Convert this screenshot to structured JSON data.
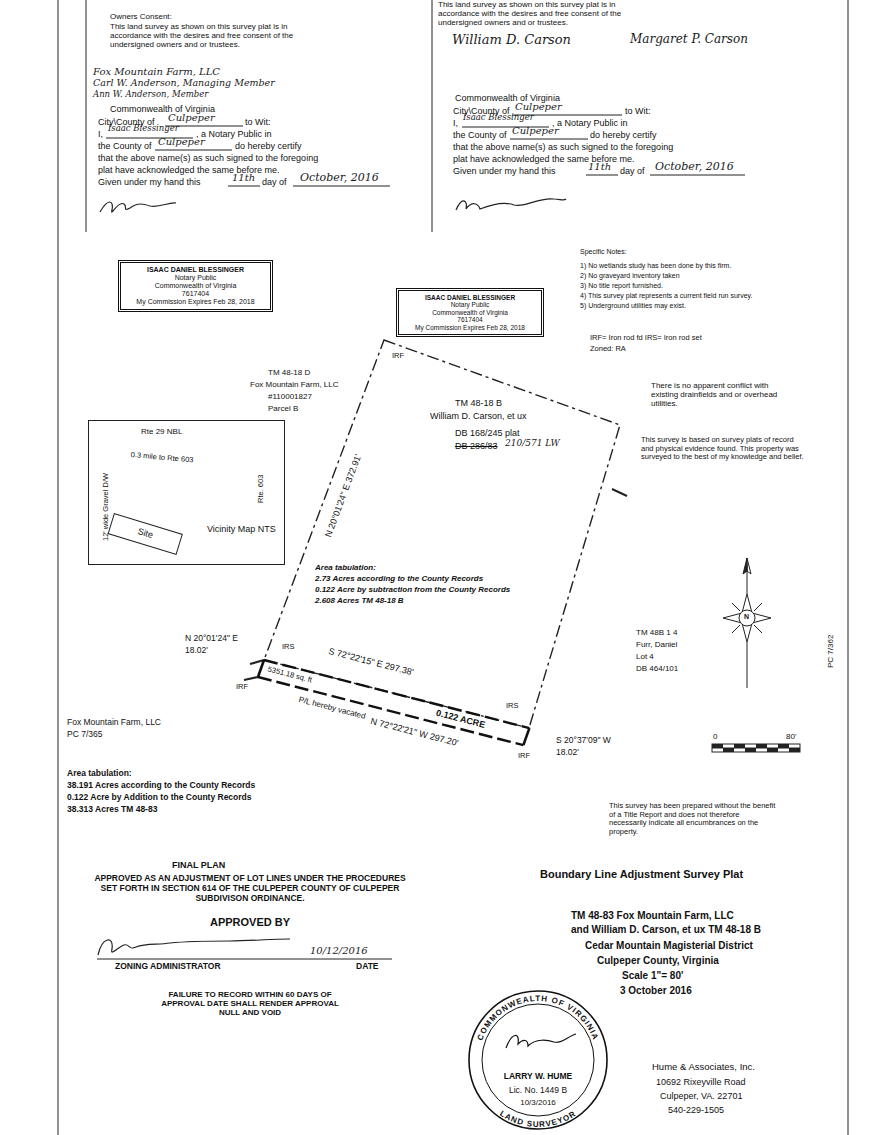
{
  "diagram": {
    "title": "Boundary Line Adjustment Survey Plat",
    "nodes": [
      {
        "text": [
          "ISAAC DANIEL BLESSINGER",
          "Notary Public",
          "Commonwealth of Virginia",
          "7617404",
          "My Commission Expires Feb 28, 2018"
        ]
      },
      {
        "text": [
          "ISAAC DANIEL BLESSINGER",
          "Notary Public",
          "Commonwealth of Virginia",
          "7617404",
          "My Commission Expires Feb 28, 2018"
        ]
      },
      {
        "text": [
          "TM 48-18 B",
          "William D. Carson, et ux",
          "DB 168/245 plat",
          "DB 286/83",
          "210/571 LW"
        ]
      },
      {
        "text": [
          "5351.18 sq. ft",
          "0.122 ACRE"
        ]
      },
      {
        "text": [
          "Rte 29 NBL",
          "0.3 mile to Rte 603",
          "12' wide Gravel D/W",
          "Rte. 603",
          "Vicinity Map NTS"
        ]
      },
      {
        "text": [
          "Site"
        ],
        "in": 4
      },
      {
        "text": [
          "COMMONWEALTH OF VIRGINIA",
          "LARRY W. HUME",
          "Lic. No. 1449 B",
          "10/3/2016",
          "LAND SURVEYOR"
        ]
      }
    ],
    "labels": [
      "Owners Consent:",
      "This land survey as shown on this survey plat is in accordance with the desires and free consent of the undersigned owners and or trustees.",
      "Fox Mountain Farm, LLC",
      "Carl W. Anderson, Managing Member",
      "Ann W. Anderson, Member",
      "Commonwealth of Virginia",
      "City\\County of",
      "Culpeper",
      "to Wit:",
      "I,",
      "Isaac Blessinger",
      ", a Notary Public in",
      "the County of",
      "Culpeper",
      "do hereby certify",
      "that the above name(s) as such signed to the foregoing",
      "plat have acknowledged the same before me.",
      "Given under my hand this",
      "11th",
      "day of",
      "October, 2016",
      "This land survey as shown on this survey plat is in accordance with the desires and free consent of the undersigned owners and or trustees.",
      "William D. Carson",
      "Margaret P. Carson",
      "Commonwealth of Virginia",
      "City\\County of",
      "Culpeper",
      "to Wit:",
      "I,",
      "Isaac Blessinger",
      ", a Notary Public in",
      "the County of",
      "Culpeper",
      "do hereby certify",
      "that the above name(s) as such signed to the foregoing",
      "plat have acknowledged the same before me.",
      "Given under my hand this",
      "11th",
      "day of",
      "October, 2016",
      "Specific Notes:",
      "1) No wetlands study has been done by this firm.",
      "2) No graveyard inventory taken",
      "3) No title report furnished.",
      "4) This survey plat represents a current field run survey.",
      "5) Underground utilities may exist.",
      "IRF= Iron rod fd IRS= Iron rod set",
      "Zoned: RA",
      "There is no apparent conflict with existing drainfields and or overhead utilities.",
      "This survey is based on survey plats of record and physical evidence found. This property was surveyed to the best of my knowledge and belief.",
      "IRF",
      "TM 48-18 D",
      "Fox Mountain Farm, LLC",
      "#110001827",
      "Parcel B",
      "N 20°01'24\" E 372.91'",
      "Area tabulation:",
      "2.73 Acres according to the County Records",
      "0.122 Acre by subtraction from the County Records",
      "2.608 Acres TM 48-18 B",
      "N 20°01'24\" E",
      "18.02'",
      "IRS",
      "S 72°22'15\" E 297.38'",
      "P/L hereby vacated",
      "N 72°22'21\" W 297.20'",
      "IRF",
      "IRS",
      "IRF",
      "S 20°37'09\" W",
      "18.02'",
      "TM 48B 1 4",
      "Furr, Daniel",
      "Lot 4",
      "DB 464/101",
      "PC 7/362",
      "N",
      "0",
      "80'",
      "Fox Mountain Farm, LLC",
      "PC 7/365",
      "Area tabulation:",
      "38.191 Acres according to the County Records",
      "0.122 Acre by Addition to the County Records",
      "38.313 Acres TM 48-83",
      "This survey has been prepared without the benefit of a Title Report and does not therefore necessarily indicate all encumbrances on the property.",
      "FINAL PLAN",
      "APPROVED AS AN ADJUSTMENT OF LOT LINES UNDER THE PROCEDURES SET FORTH IN SECTION 614 OF THE CULPEPER COUNTY OF CULPEPER SUBDIVISON ORDINANCE.",
      "APPROVED BY",
      "10/12/2016",
      "ZONING ADMINISTRATOR",
      "DATE",
      "FAILURE TO RECORD WITHIN 60 DAYS OF APPROVAL DATE SHALL RENDER APPROVAL NULL AND VOID",
      "Hume & Associates, Inc.",
      "10692 Rixeyville Road",
      "Culpeper, VA. 22701",
      "540-229-1505",
      "TM 48-83 Fox Mountain Farm, LLC",
      "and William D. Carson, et ux TM 48-18 B",
      "Cedar Mountain Magisterial District",
      "Culpeper County, Virginia",
      "Scale 1\"= 80'",
      "3 October 2016"
    ]
  }
}
